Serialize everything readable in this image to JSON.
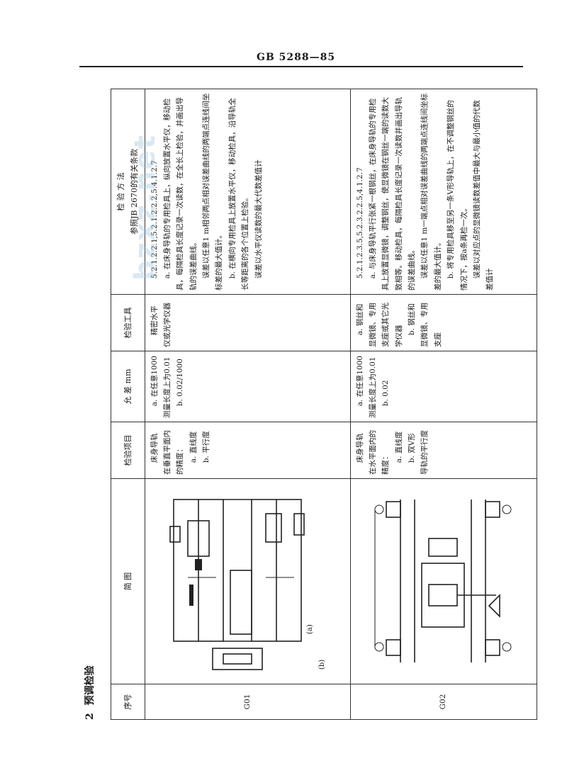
{
  "header": {
    "code": "GB 5288—85"
  },
  "section": {
    "number": "2",
    "title": "预调检验"
  },
  "table": {
    "headers": {
      "no": "序号",
      "figure": "简 图",
      "item": "检验项目",
      "tolerance": "允 差 mm",
      "tool": "检验工具",
      "method_line1": "检 验 方 法",
      "method_line2": "参照JB 2670的有关条款"
    },
    "rows": [
      {
        "no": "G01",
        "figure_labels": {
          "a": "(a)",
          "b": "(b)"
        },
        "item": [
          "床身导轨在垂直平面内的精度：",
          "a. 直线度",
          "b. 平行度"
        ],
        "tolerance": [
          "a. 在任意1000测量长度上为0.01",
          "b. 0.02/1000"
        ],
        "tool": "精密水平仪或光学仪器",
        "method": [
          "5.2.1.2.2.1,5.2.1.2.2.2,5.4.1.2.7",
          "a. 在床身导轨的专用检具上，纵向放置水平仪，移动检具，每隔检具长度记录一次读数，在全长上检验，并画出导轨的误差曲线。",
          "误差以任意1 m相邻两点相对误差曲线的两端点连线间坐标差的最大值计。",
          "b. 在横向专用检具上放置水平仪，移动检具，沿导轨全长等距离的各个位置上检验。",
          "误差以水平仪读数的最大代数差值计"
        ]
      },
      {
        "no": "G02",
        "item": [
          "床身导轨在水平面内的精度：",
          "a. 直线度",
          "b. 双V形导轨的平行度"
        ],
        "tolerance": [
          "a. 在任意1000测量长度上为0.01",
          "b. 0.02"
        ],
        "tool": [
          "a. 钢丝和显微镜、专用支座或其它光学仪器",
          "b. 钢丝和显微镜、专用支座"
        ],
        "method": [
          "5.2.1.2.3.5,5.2.3.2.2.5,4.1.2.7",
          "a. 与床身导轨平行张紧一根钢丝，在床身导轨的专用检具上放置显微镜，调整钢丝，使显微镜在钢丝一端的读数大致相等。移动检具，每隔检具长度记录一次读数并画出导轨的误差曲线。",
          "误差以任意1 m一端点相对误差曲线的两端点连线间坐标差的最大值计。",
          "b. 将专用检具移至另一条V形导轨上，在不调整钢丝的情况下，按a条再检一次。",
          "误差以对应点的显微镜读数差值中最大与最小值的代数差值计"
        ]
      }
    ]
  },
  "watermark": {
    "text": "bzxz.net"
  }
}
